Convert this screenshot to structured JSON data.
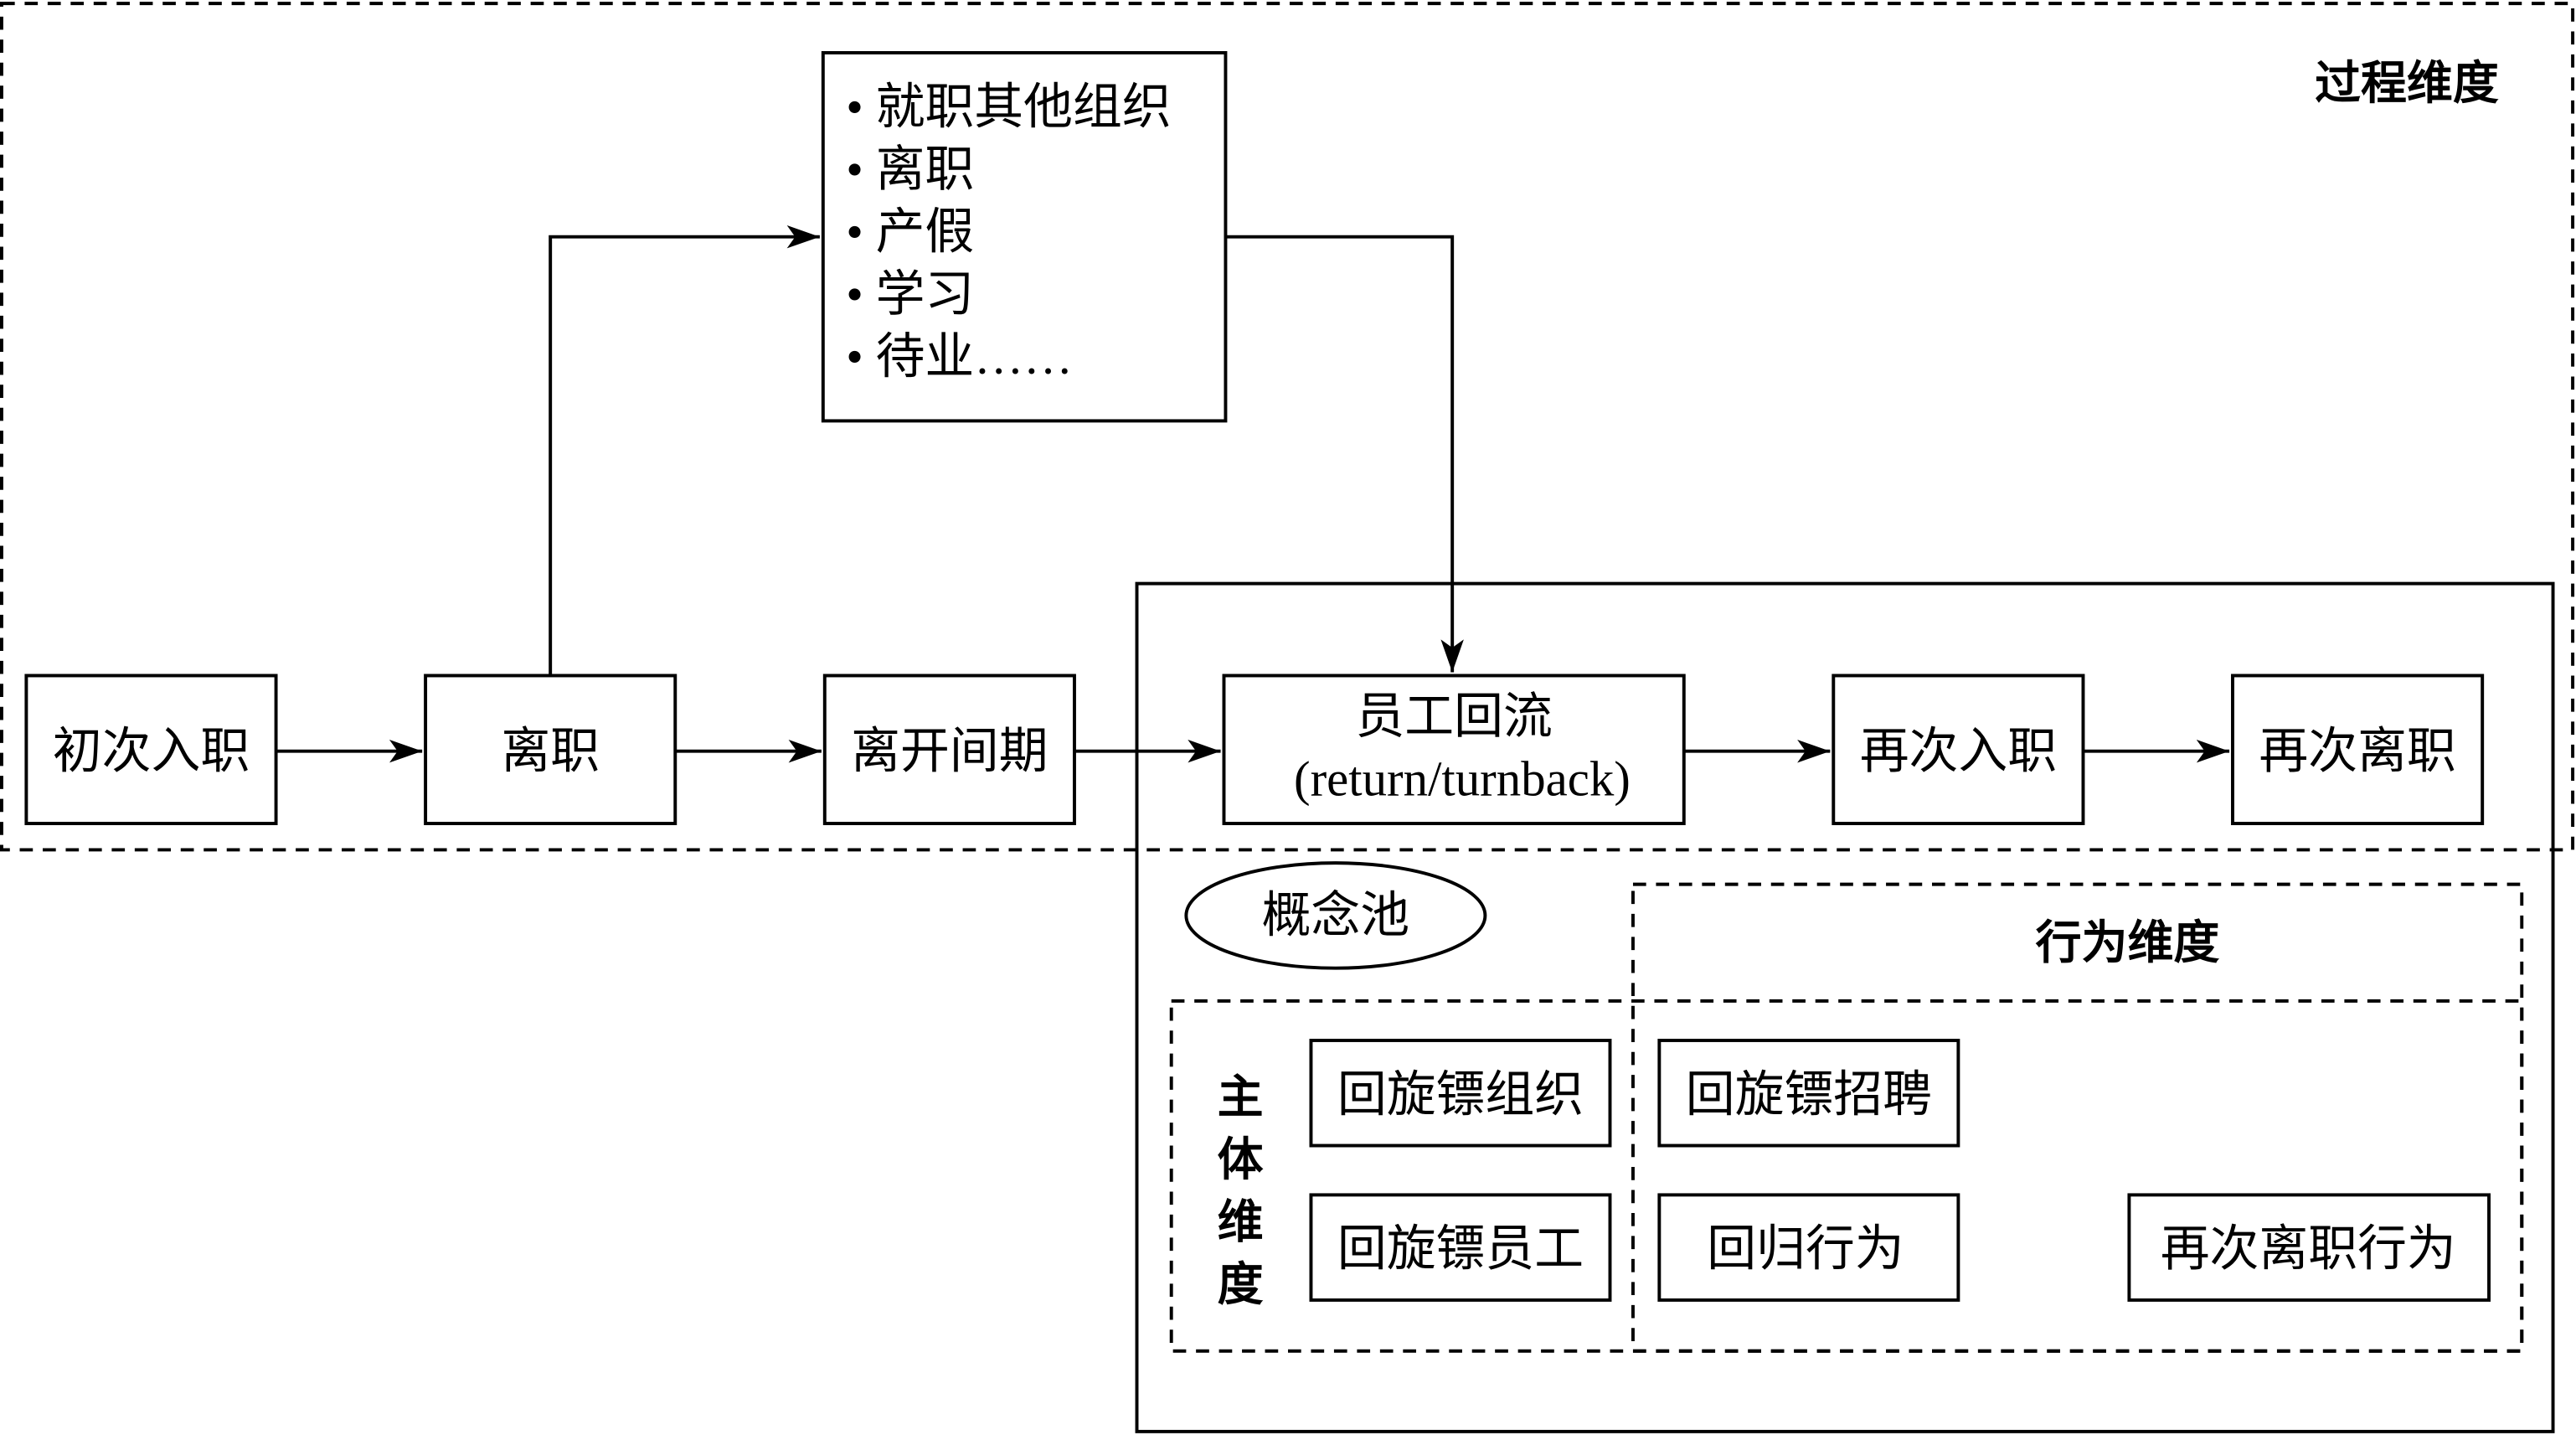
{
  "process_dimension": {
    "label": "过程维度",
    "steps": [
      {
        "id": "initial-hire",
        "label": "初次入职"
      },
      {
        "id": "resign",
        "label": "离职"
      },
      {
        "id": "leave-period",
        "label": "离开间期"
      },
      {
        "id": "return",
        "label": "员工回流",
        "sublabel": "(return/turnback)"
      },
      {
        "id": "rehire",
        "label": "再次入职"
      },
      {
        "id": "re-resign",
        "label": "再次离职"
      }
    ],
    "interim_activities": [
      "• 就职其他组织",
      "• 离职",
      "• 产假",
      "• 学习",
      "• 待业……"
    ]
  },
  "concept_pool": {
    "label": "概念池",
    "behavior_dimension": {
      "label": "行为维度",
      "items": [
        "回旋镖招聘",
        "回归行为",
        "再次离职行为"
      ]
    },
    "subject_dimension": {
      "label": "主体维度",
      "label_chars": [
        "主",
        "体",
        "维",
        "度"
      ],
      "items": [
        "回旋镖组织",
        "回旋镖员工"
      ]
    }
  }
}
